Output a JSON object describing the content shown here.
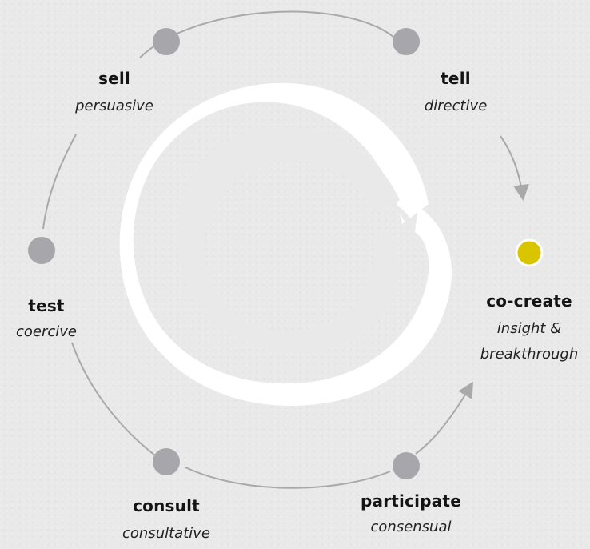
{
  "colors": {
    "background": "#e9e9e9",
    "arc": "#a9a9a9",
    "node": "#a6a6ab",
    "highlight_node": "#d9c400",
    "enso": "#ffffff"
  },
  "nodes": {
    "sell": {
      "title": "sell",
      "subtitle": "persuasive"
    },
    "tell": {
      "title": "tell",
      "subtitle": "directive"
    },
    "test": {
      "title": "test",
      "subtitle": "coercive"
    },
    "consult": {
      "title": "consult",
      "subtitle": "consultative"
    },
    "participate": {
      "title": "participate",
      "subtitle": "consensual"
    },
    "cocreate": {
      "title": "co-create",
      "subtitle_line1": "insight &",
      "subtitle_line2": "breakthrough"
    }
  },
  "icons": {
    "center": "enso-brush-circle-icon"
  }
}
